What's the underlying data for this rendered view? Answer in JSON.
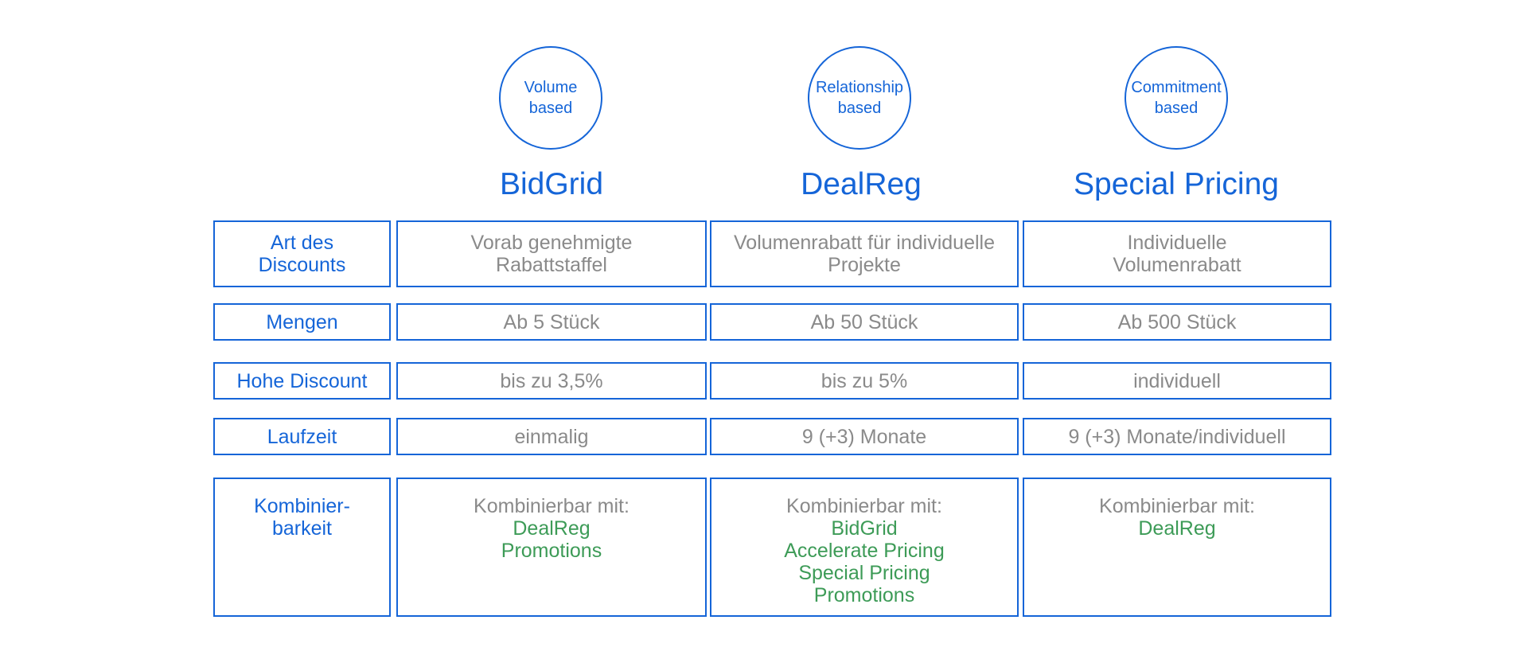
{
  "colors": {
    "accent": "#1565d8",
    "text_gray": "#8a8a8a",
    "combo_green": "#3d9b57"
  },
  "columns": [
    {
      "circle_line1": "Volume",
      "circle_line2": "based",
      "title": "BidGrid",
      "art_line1": "Vorab genehmigte",
      "art_line2": "Rabattstaffel",
      "mengen": "Ab 5 Stück",
      "discount": "bis zu 3,5%",
      "laufzeit": "einmalig",
      "kombi_label": "Kombinierbar mit:",
      "kombi_items": [
        "DealReg",
        "Promotions"
      ]
    },
    {
      "circle_line1": "Relationship",
      "circle_line2": "based",
      "title": "DealReg",
      "art_line1": "Volumenrabatt für individuelle",
      "art_line2": "Projekte",
      "mengen": "Ab 50 Stück",
      "discount": "bis zu 5%",
      "laufzeit": "9 (+3) Monate",
      "kombi_label": "Kombinierbar mit:",
      "kombi_items": [
        "BidGrid",
        "Accelerate Pricing",
        "Special Pricing",
        "Promotions"
      ]
    },
    {
      "circle_line1": "Commitment",
      "circle_line2": "based",
      "title": "Special Pricing",
      "art_line1": "Individuelle",
      "art_line2": "Volumenrabatt",
      "mengen": "Ab 500 Stück",
      "discount": "individuell",
      "laufzeit": "9 (+3) Monate/individuell",
      "kombi_label": "Kombinierbar mit:",
      "kombi_items": [
        "DealReg"
      ]
    }
  ],
  "row_labels": {
    "art_line1": "Art des",
    "art_line2": "Discounts",
    "mengen": "Mengen",
    "discount": "Hohe Discount",
    "laufzeit": "Laufzeit",
    "kombi_line1": "Kombinier-",
    "kombi_line2": "barkeit"
  }
}
